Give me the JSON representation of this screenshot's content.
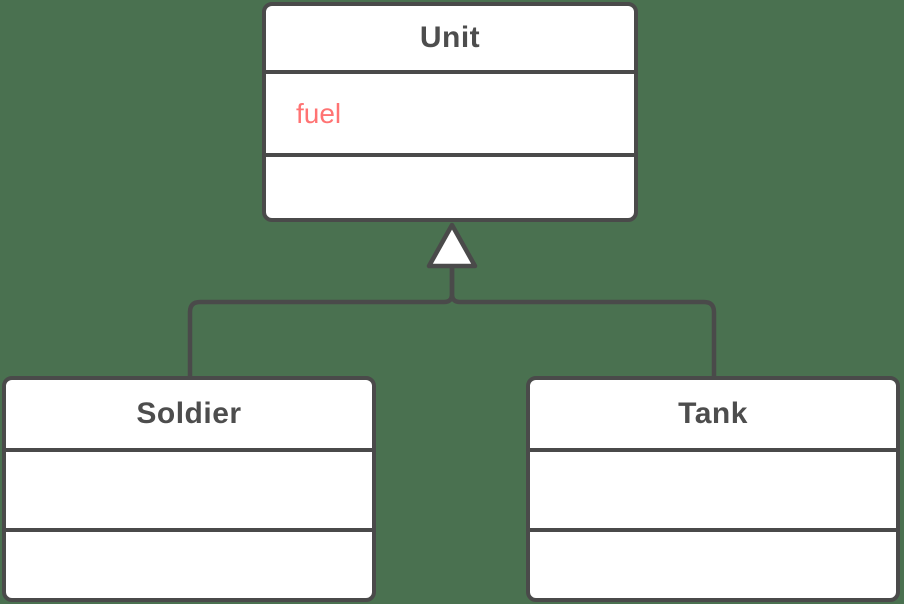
{
  "diagram_type": "uml-class-diagram",
  "canvas": {
    "background_color": "#4A7150",
    "line_color": "#4A4A4A",
    "box_fill_color": "#FFFFFF",
    "class_title_color": "#4D4D4D",
    "attribute_text_color": "#FF7373"
  },
  "classes": [
    {
      "name": "Unit",
      "attributes": [
        "fuel"
      ],
      "methods": []
    },
    {
      "name": "Soldier",
      "attributes": [],
      "methods": []
    },
    {
      "name": "Tank",
      "attributes": [],
      "methods": []
    }
  ],
  "relationships": [
    {
      "type": "inheritance",
      "from": "Soldier",
      "to": "Unit"
    },
    {
      "type": "inheritance",
      "from": "Tank",
      "to": "Unit"
    }
  ]
}
